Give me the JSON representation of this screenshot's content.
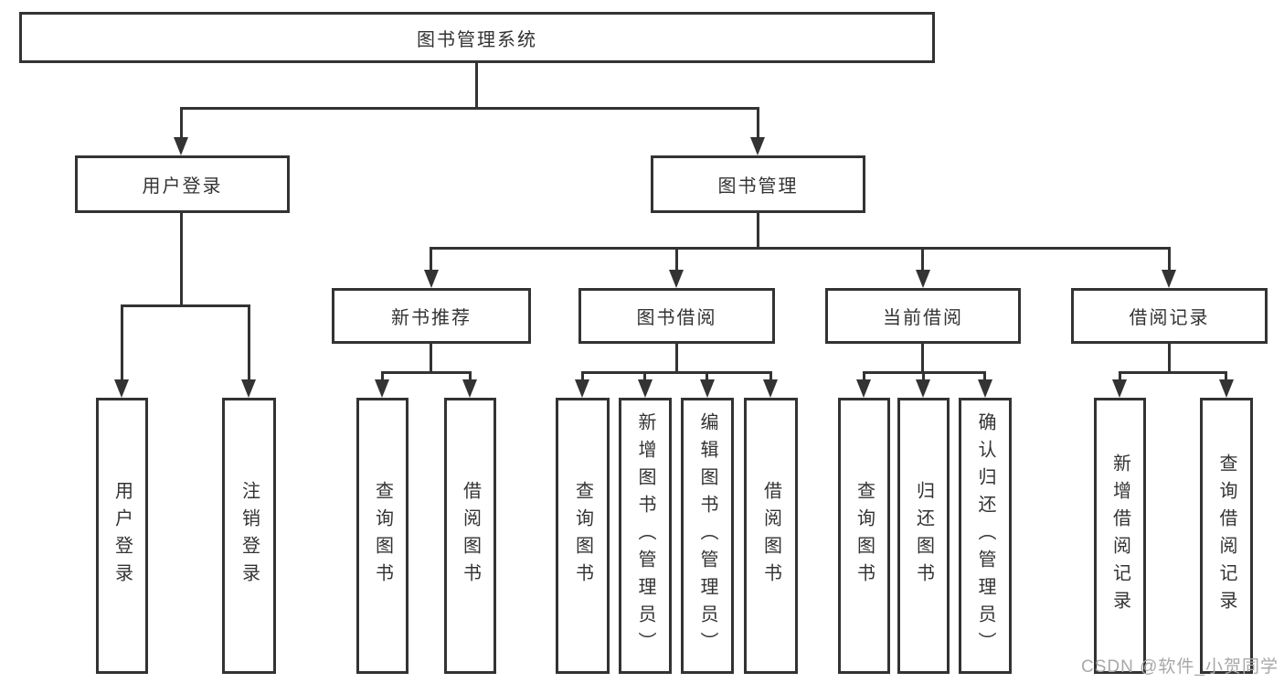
{
  "tree": {
    "root": {
      "label": "图书管理系统",
      "children": [
        {
          "label": "用户登录",
          "children": [
            {
              "label": "用户登录"
            },
            {
              "label": "注销登录"
            }
          ]
        },
        {
          "label": "图书管理",
          "children": [
            {
              "label": "新书推荐",
              "children": [
                {
                  "label": "查询图书"
                },
                {
                  "label": "借阅图书"
                }
              ]
            },
            {
              "label": "图书借阅",
              "children": [
                {
                  "label": "查询图书"
                },
                {
                  "label": "新增图书（管理员）"
                },
                {
                  "label": "编辑图书（管理员）"
                },
                {
                  "label": "借阅图书"
                }
              ]
            },
            {
              "label": "当前借阅",
              "children": [
                {
                  "label": "查询图书"
                },
                {
                  "label": "归还图书"
                },
                {
                  "label": "确认归还（管理员）"
                }
              ]
            },
            {
              "label": "借阅记录",
              "children": [
                {
                  "label": "新增借阅记录"
                },
                {
                  "label": "查询借阅记录"
                }
              ]
            }
          ]
        }
      ]
    }
  },
  "watermark": "CSDN @软件_小贺同学",
  "colors": {
    "line": "#333333",
    "text": "#333333",
    "box_background": "#ffffff",
    "watermark": "#a8a8a8"
  }
}
